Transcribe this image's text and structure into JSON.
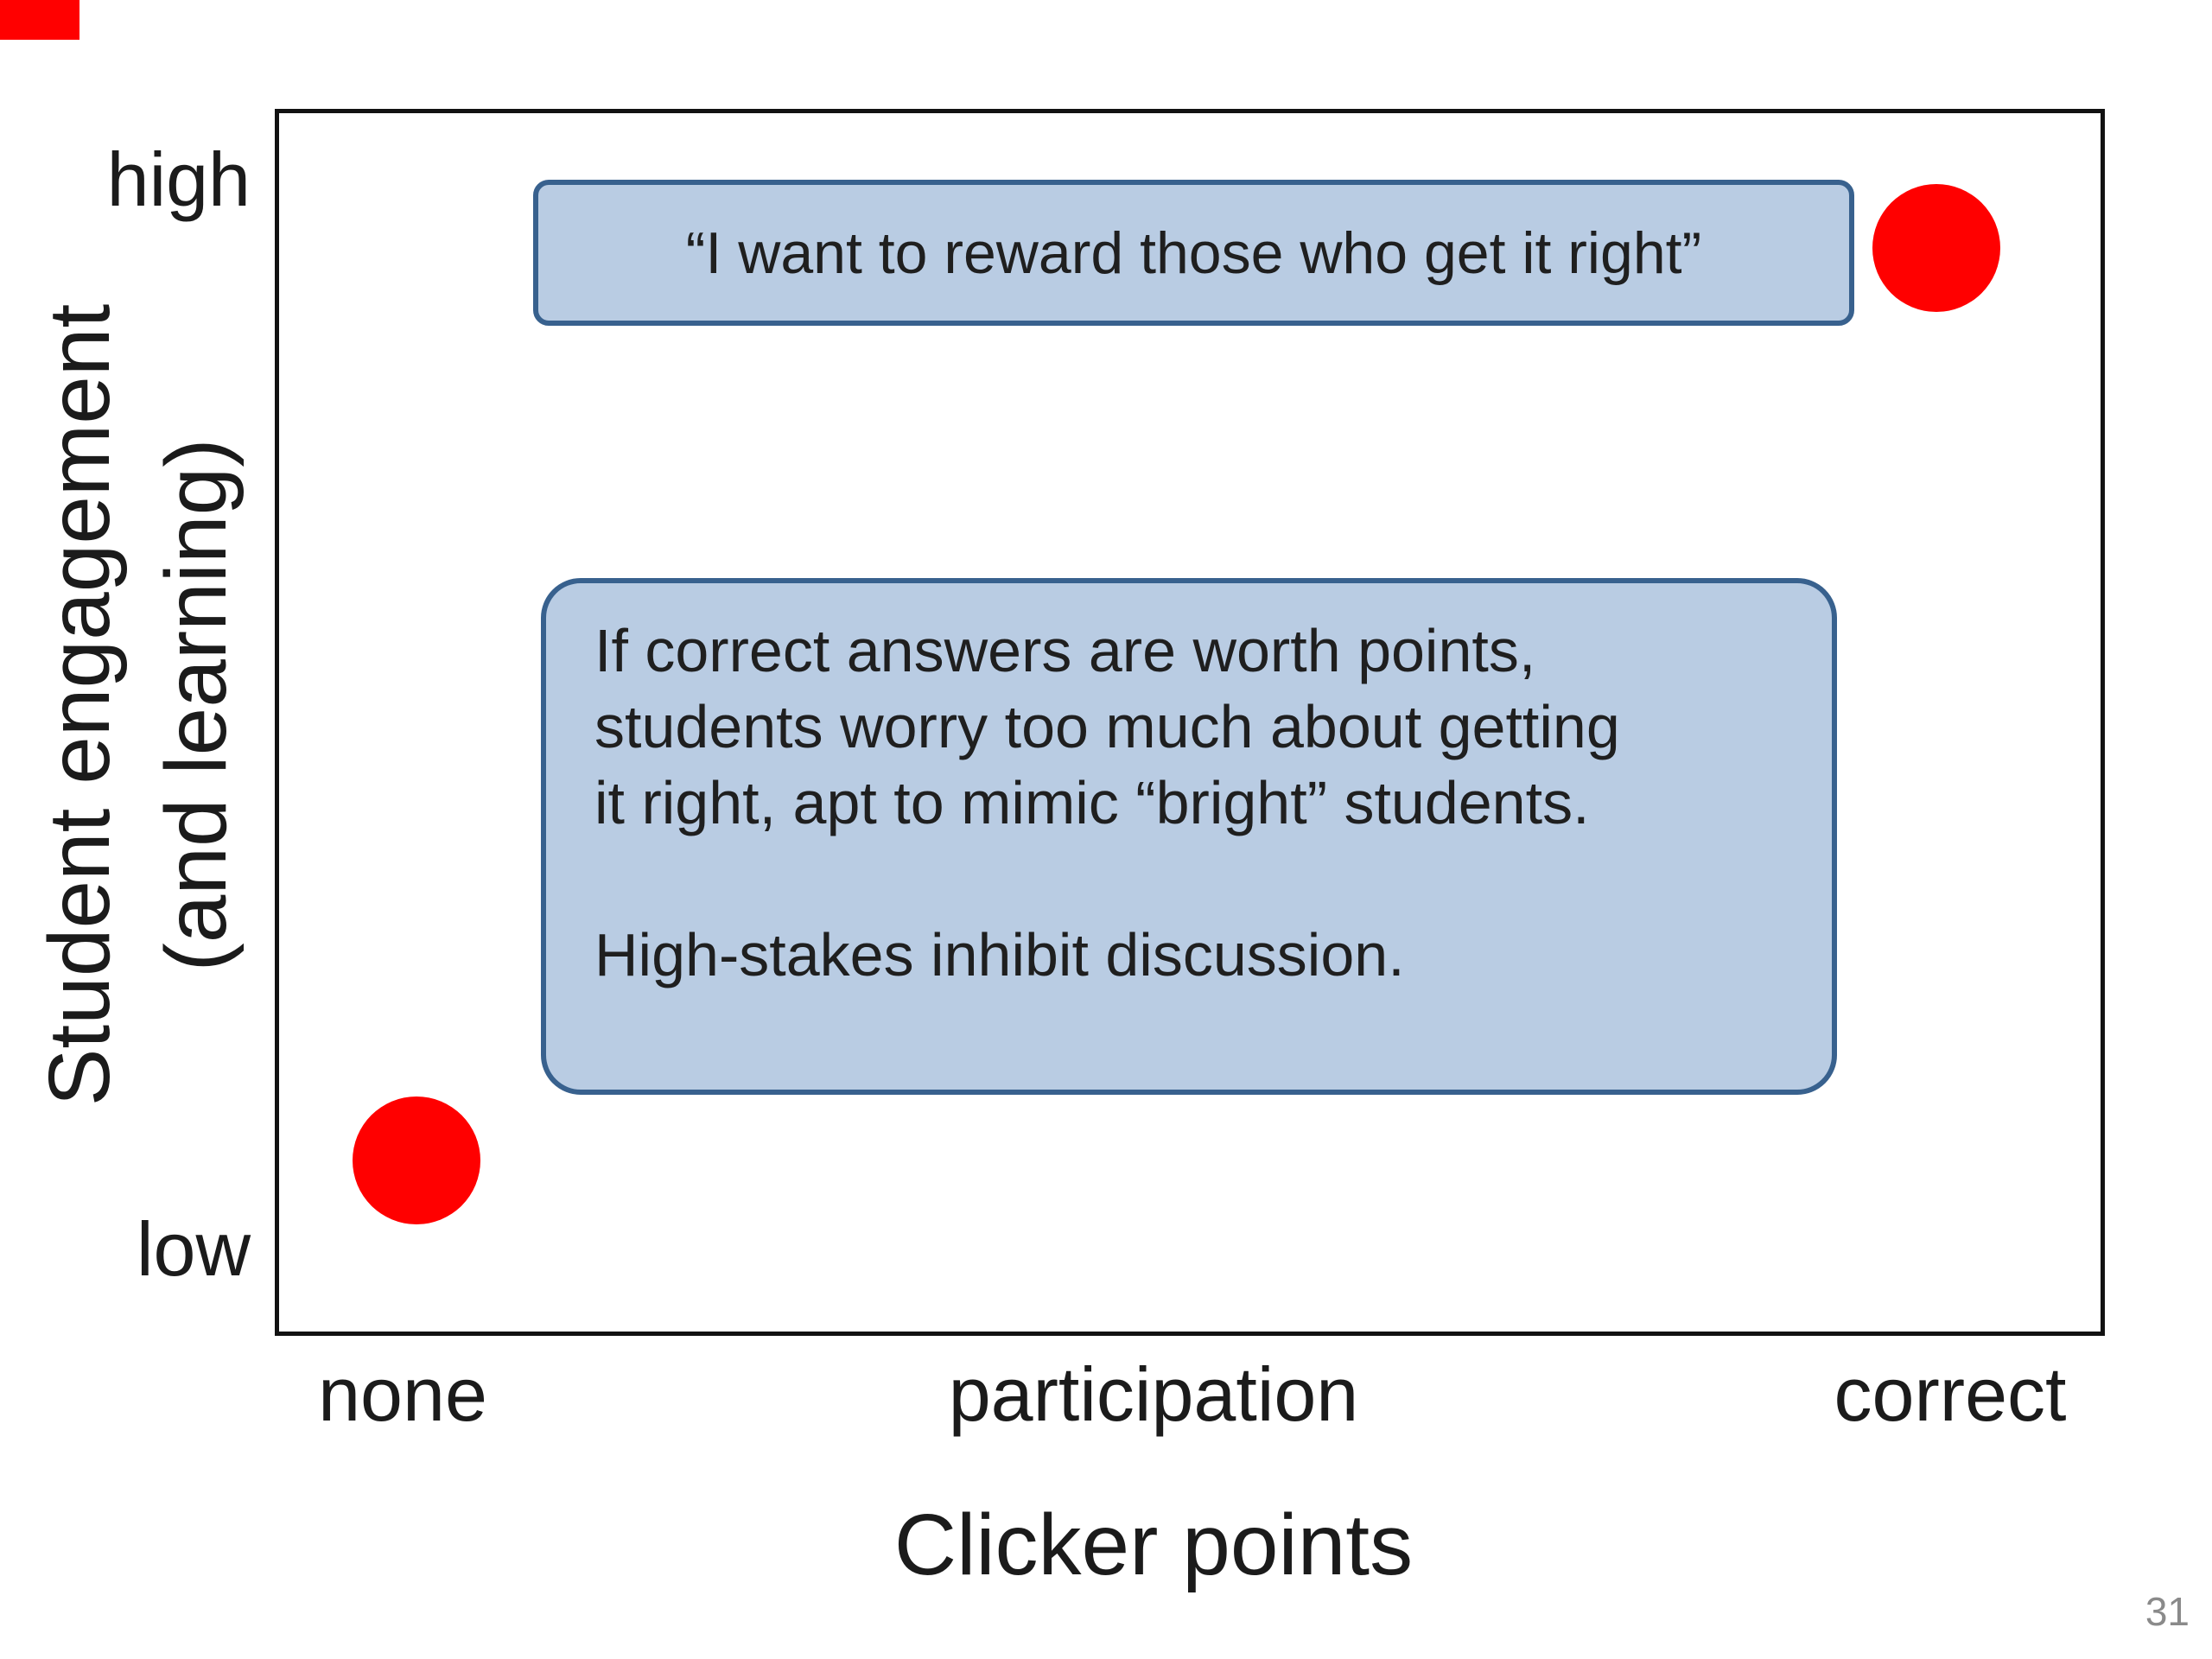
{
  "page": {
    "number": "31",
    "background": "#ffffff"
  },
  "corner_marker": {
    "color": "#ff0000"
  },
  "chart_data": {
    "type": "scatter",
    "title": "",
    "xlabel": "Clicker points",
    "ylabel": "Student engagement (and learning)",
    "ylabel_line1": "Student engagement",
    "ylabel_line2": "(and learning)",
    "x_ticks": [
      "none",
      "participation",
      "correct"
    ],
    "y_ticks": [
      "high",
      "low"
    ],
    "x_axis_type": "categorical",
    "y_axis_type": "categorical",
    "grid": false,
    "legend": false,
    "points": [
      {
        "x": "correct",
        "y": "high",
        "color": "#ff0000",
        "shape": "circle"
      },
      {
        "x": "none",
        "y": "low",
        "color": "#ff0000",
        "shape": "circle"
      }
    ],
    "annotations": [
      {
        "id": "reward-quote",
        "text": "“I want to reward those who get it right”",
        "fill": "#b9cce3",
        "border": "#38618e",
        "refers_to": "correct / high dot"
      },
      {
        "id": "high-stakes-warning",
        "text": "If correct answers are worth points,\nstudents worry too much about getting\nit right, apt to mimic “bright” students.\n\nHigh-stakes inhibit discussion.",
        "fill": "#b9cce3",
        "border": "#38618e",
        "refers_to": "middle of plot"
      }
    ]
  },
  "colors": {
    "dot": "#ff0000",
    "axis_border": "#121212",
    "label_text": "#1b1b1b",
    "callout_fill": "#b9cce3",
    "callout_border": "#38618e",
    "page_number": "#8a8a8a"
  }
}
